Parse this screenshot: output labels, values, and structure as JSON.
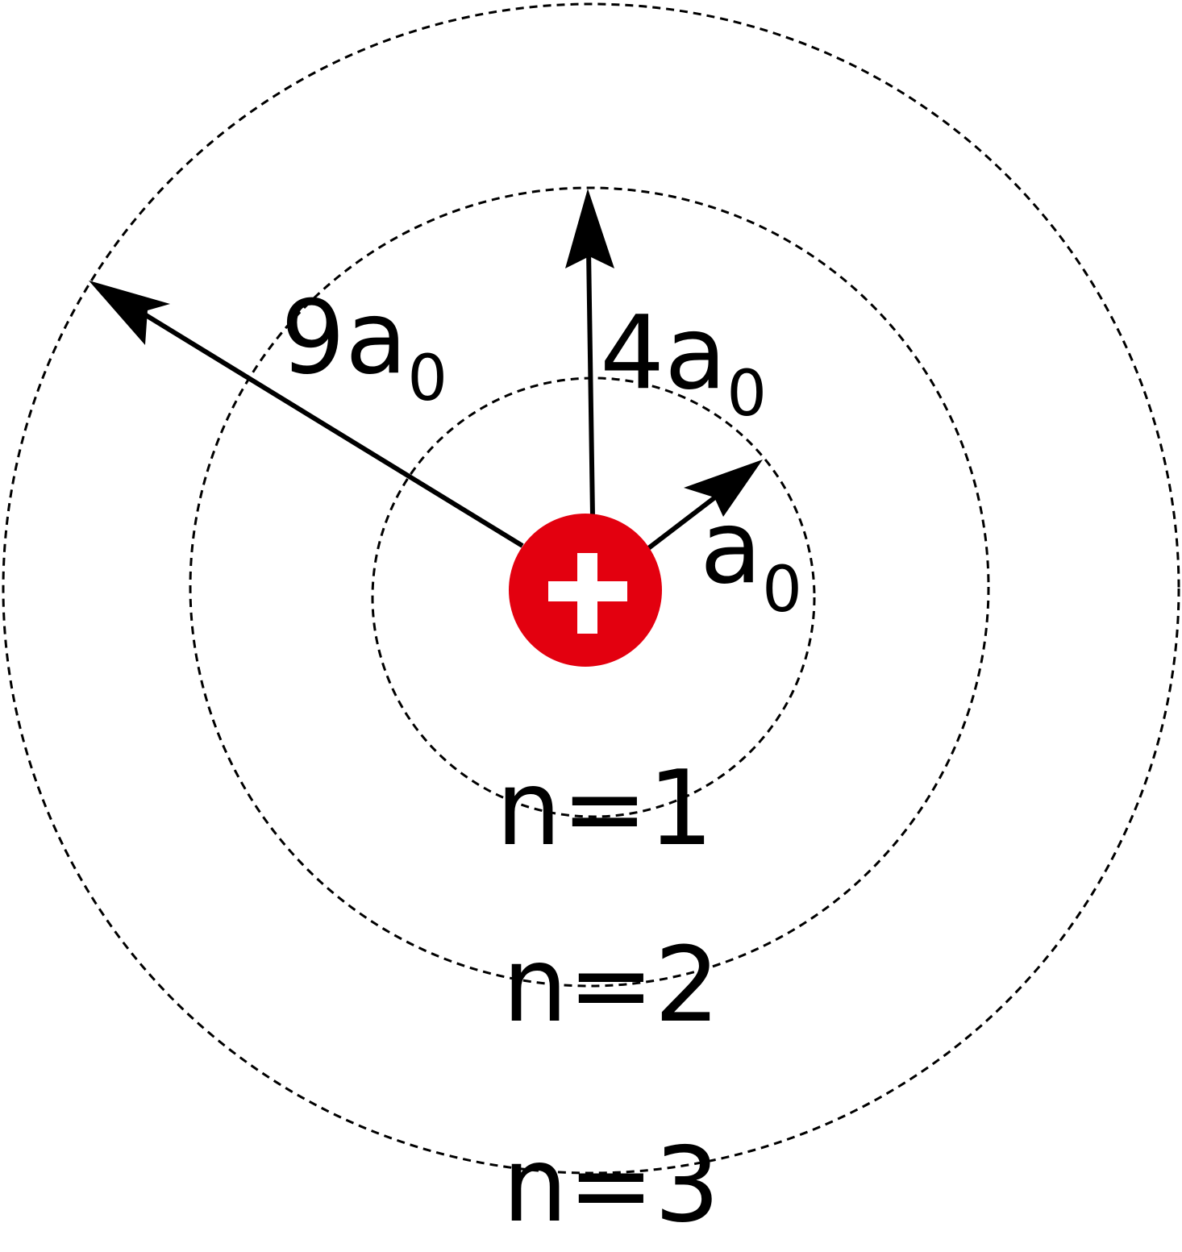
{
  "diagram": {
    "colors": {
      "nucleus": "#e3000f",
      "plus": "#ffffff",
      "line": "#000000"
    },
    "icons": {
      "nucleus": "plus-icon"
    },
    "orbits": [
      {
        "label": "n=1"
      },
      {
        "label": "n=2"
      },
      {
        "label": "n=3"
      }
    ],
    "radii": [
      {
        "coefficient": "",
        "symbol": "a",
        "subscript": "0"
      },
      {
        "coefficient": "4",
        "symbol": "a",
        "subscript": "0"
      },
      {
        "coefficient": "9",
        "symbol": "a",
        "subscript": "0"
      }
    ]
  }
}
